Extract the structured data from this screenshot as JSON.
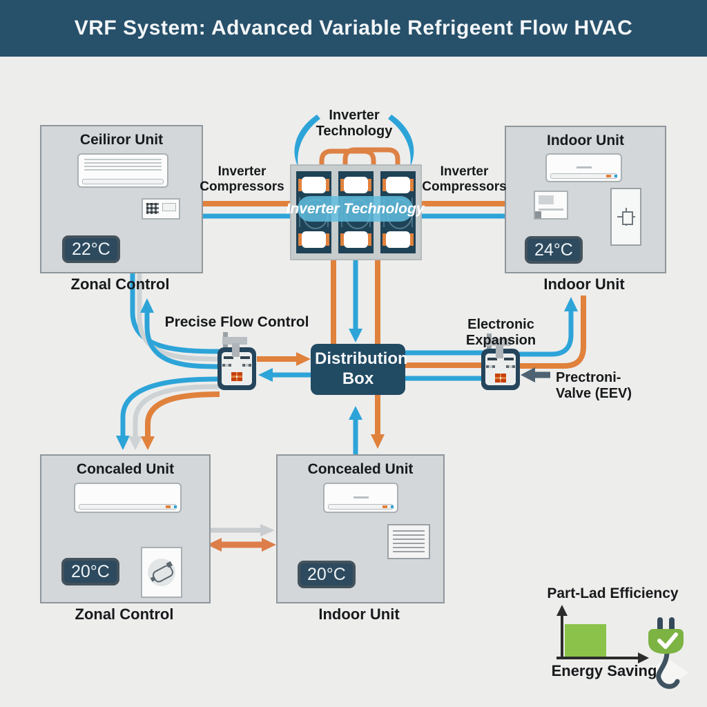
{
  "header": {
    "title": "VRF System: Advanced Variable Refrigeent Flow HVAC"
  },
  "inverter": {
    "top_label": "Inverter Technology",
    "overlay_label": "Inverter Technology",
    "left_pipes_label": "Inverter Compressors",
    "right_pipes_label": "Inverter Compressors"
  },
  "units": {
    "top_left": {
      "title": "Ceiliror Unit",
      "temp": "22°C",
      "caption": "Zonal Control"
    },
    "top_right": {
      "title": "Indoor Unit",
      "temp": "24°C",
      "caption": "Indoor Unit"
    },
    "bottom_left": {
      "title": "Concaled Unit",
      "temp": "20°C",
      "caption": "Zonal Control"
    },
    "bottom_center": {
      "title": "Concealed Unit",
      "temp": "20°C",
      "caption": "Indoor Unit"
    }
  },
  "distribution": {
    "label": "Distribution Box"
  },
  "valves": {
    "left_label": "Precise Flow Control",
    "right_label": "Electronic Expansion",
    "eev_line1": "Prectroni-",
    "eev_line2": "Valve (EEV)"
  },
  "efficiency": {
    "title": "Part-Lad Efficiency",
    "caption": "Energy Saving"
  },
  "colors": {
    "header_navy": "#27506a",
    "box_navy": "#214a63",
    "orange": "#e0813c",
    "blue": "#2da4d8",
    "pipe_gray": "#cdd2d4",
    "slate_arrow": "#4e6272",
    "green": "#8bc34a",
    "panel_gray": "#d3d7d9"
  }
}
